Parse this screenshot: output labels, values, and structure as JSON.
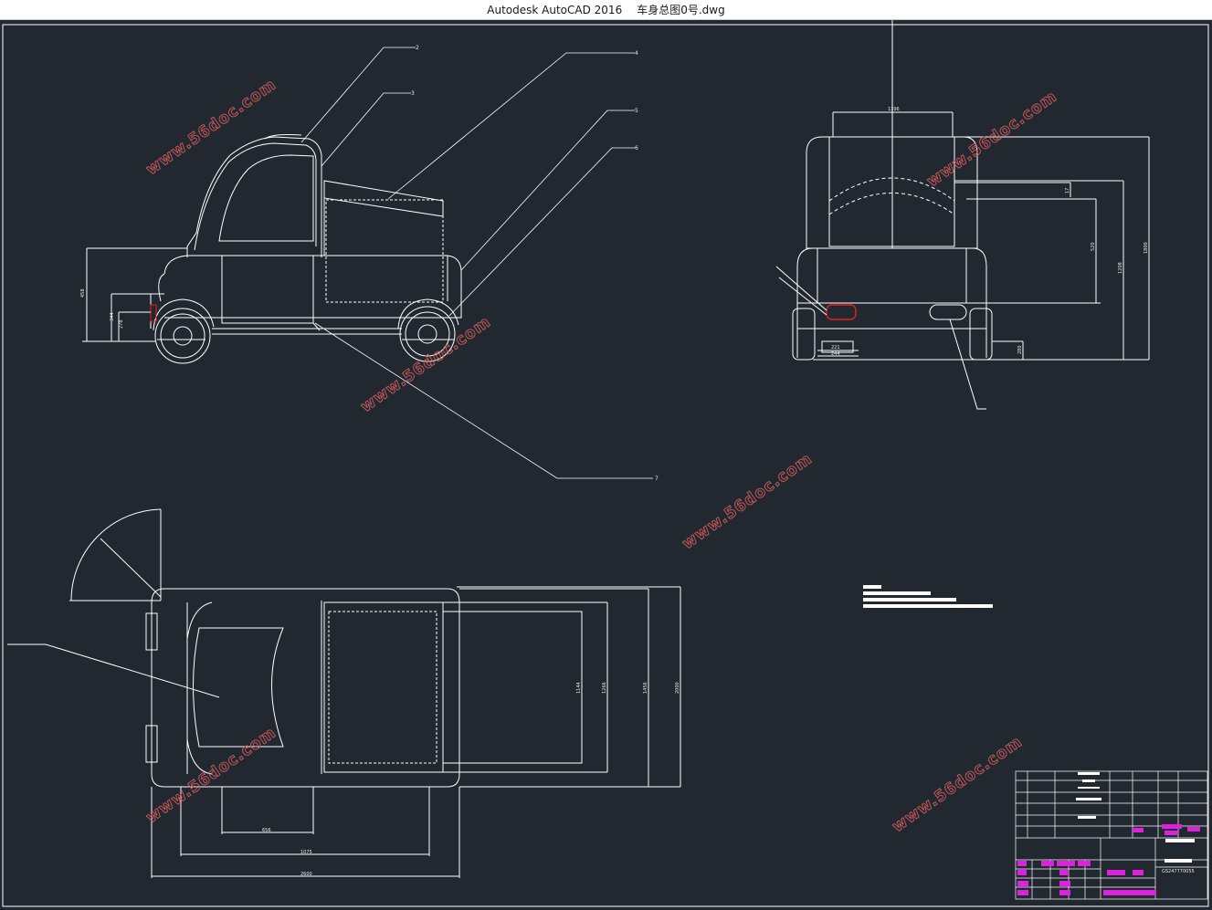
{
  "window": {
    "app_title": "Autodesk AutoCAD 2016",
    "file_name": "车身总图0号.dwg"
  },
  "drawing": {
    "watermark": "www.56doc.com",
    "part_labels": [
      "2",
      "3",
      "4",
      "5",
      "6",
      "7"
    ],
    "colors": {
      "background": "#212830",
      "lines": "#ffffff",
      "highlight_red": "#e02020",
      "title_block_magenta": "#e020e0",
      "watermark": "#d25a5a"
    },
    "side_view_dims": [
      "458",
      "344",
      "278"
    ],
    "rear_view_dims": [
      "1396",
      "1208",
      "1800",
      "520",
      "17",
      "280",
      "221",
      "244"
    ],
    "top_view_dims": [
      "656",
      "1075",
      "2600",
      "1144",
      "1266",
      "1456",
      "2000"
    ],
    "title_block": {
      "code": "GS247770055"
    }
  }
}
